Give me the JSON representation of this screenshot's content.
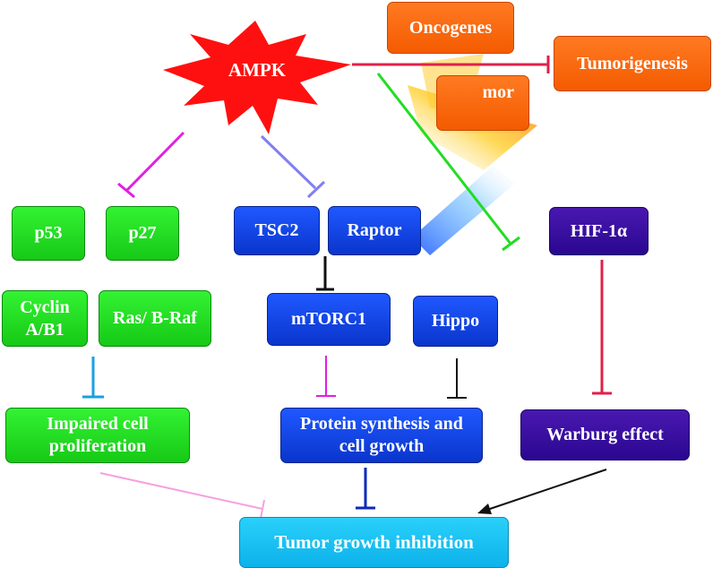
{
  "nodes": {
    "ampk": "AMPK",
    "oncogenes": "Oncogenes",
    "tumorigenesis": "Tumorigenesis",
    "tumor_fragment": "mor",
    "p53": "p53",
    "p27": "p27",
    "tsc2": "TSC2",
    "raptor": "Raptor",
    "hif1a": "HIF-1α",
    "cyclin": "Cyclin A/B1",
    "ras_braf": "Ras/ B-Raf",
    "mtorc1": "mTORC1",
    "hippo": "Hippo",
    "impaired": "Impaired cell proliferation",
    "protein_synthesis": "Protein synthesis and cell growth",
    "warburg": "Warburg effect",
    "tumor_growth_inhibition": "Tumor growth inhibition"
  },
  "colors": {
    "ampk_star": "#ff1010",
    "green_nodes": "#22dd22",
    "blue_nodes": "#0d3fe8",
    "indigo_nodes": "#3a0ca0",
    "orange_nodes": "#f96a10",
    "cyan_node": "#18c0f2",
    "inhibit_magenta": "#e020e0",
    "inhibit_lavender": "#8080f0",
    "inhibit_red": "#e0204a",
    "inhibit_green": "#22dd22",
    "inhibit_black": "#111111",
    "inhibit_sky": "#1aa0e0",
    "inhibit_pink": "#f5a0e0",
    "inhibit_navy": "#0a2ab8"
  }
}
